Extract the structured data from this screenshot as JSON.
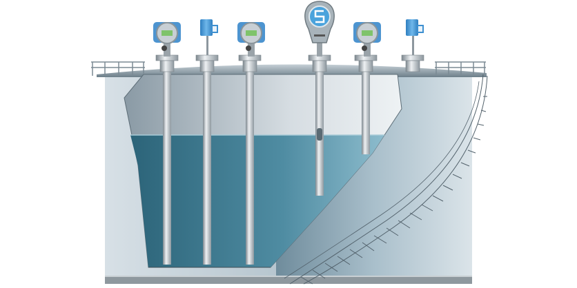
{
  "illustration": {
    "subject": "storage-tank-level-instruments",
    "colors": {
      "liquid": "#3f7f96",
      "liquid_light": "#7fb3c6",
      "shell": "#9fb6c3",
      "shell_light": "#d4dee4",
      "steel": "#b9c2c8",
      "display": "#7fc36b",
      "housing_blue": "#3d8fd0"
    },
    "instruments": [
      {
        "type": "radar-transmitter-display",
        "icon": "transmitter-icon"
      },
      {
        "type": "compact-transmitter",
        "icon": "transmitter-icon"
      },
      {
        "type": "radar-transmitter-display",
        "icon": "transmitter-icon"
      },
      {
        "type": "servo-gauge",
        "icon": "gauge-icon"
      },
      {
        "type": "radar-transmitter-display",
        "icon": "transmitter-icon"
      },
      {
        "type": "compact-transmitter",
        "icon": "transmitter-icon"
      }
    ]
  }
}
